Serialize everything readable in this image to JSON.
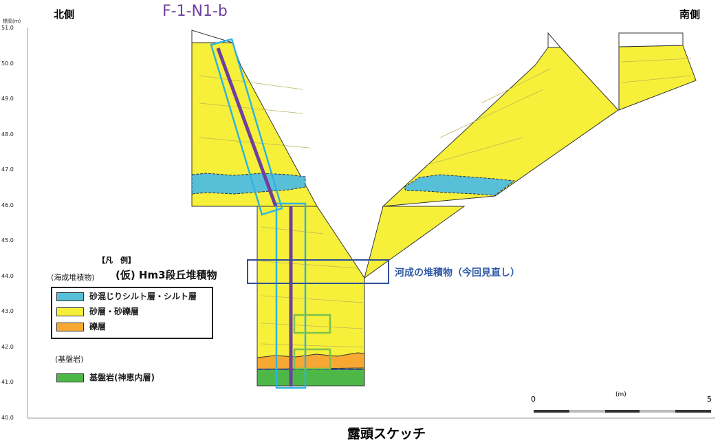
{
  "header": {
    "north": "北側",
    "south": "南側",
    "section_id": "F-1-N1-b",
    "axis_title": "標高(m)"
  },
  "y_axis": {
    "ticks": [
      "51.0",
      "50.0",
      "49.0",
      "48.0",
      "47.0",
      "46.0",
      "45.0",
      "44.0",
      "43.0",
      "42.0",
      "41.0",
      "40.0"
    ]
  },
  "legend": {
    "title": "【凡　例】",
    "marine_group": "(海成堆積物)",
    "marine_unit": "(仮) Hm3段丘堆積物",
    "items": [
      {
        "label": "砂混じりシルト層・シルト層",
        "color": "#57bfd8"
      },
      {
        "label": "砂層・砂礫層",
        "color": "#f6f03a"
      },
      {
        "label": "礫層",
        "color": "#f6a832"
      }
    ],
    "bedrock_group": "(基盤岩)",
    "bedrock_item": {
      "label": "基盤岩(神恵内層)",
      "color": "#4db848"
    }
  },
  "annotation": {
    "fluvial": "河成の堆積物（今回見直し）"
  },
  "scale": {
    "start": "0",
    "unit": "(m)",
    "end": "5"
  },
  "caption": "露頭スケッチ",
  "colors": {
    "sand": "#f6f03a",
    "silt": "#57bfd8",
    "gravel": "#f6a832",
    "bedrock": "#4db848",
    "purple": "#6f3f9f",
    "cyan_frame": "#2fb3e0",
    "green_frame": "#7cc24a",
    "blue_frame": "#2e4f9a",
    "annotation_text": "#2f5aa8"
  }
}
